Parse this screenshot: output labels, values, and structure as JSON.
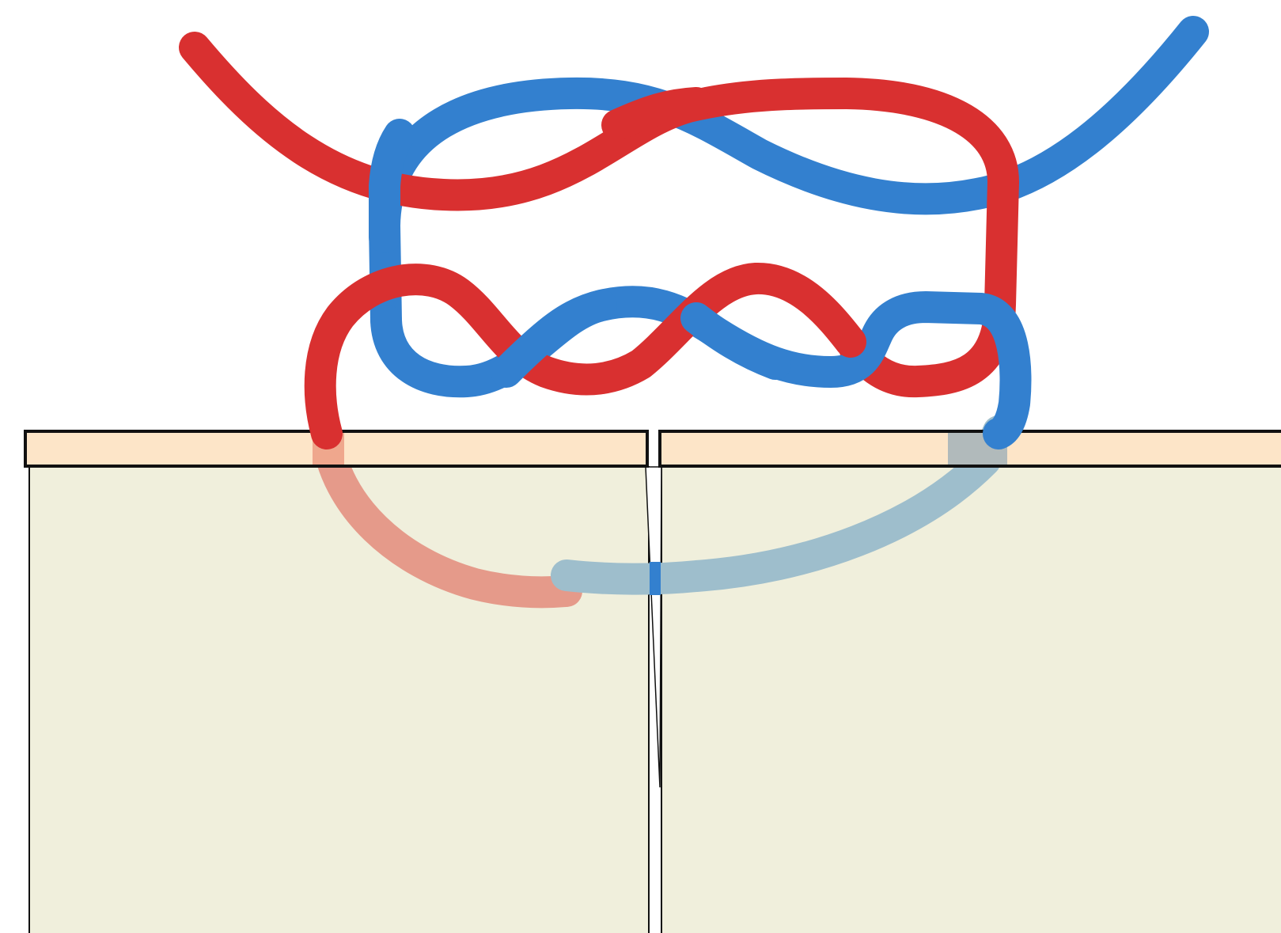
{
  "diagram": {
    "kind": "surgical-knot-over-incision",
    "colors": {
      "red_thread": "#D93030",
      "blue_thread": "#3380CF",
      "red_thread_buried": "#E59A8A",
      "blue_thread_buried": "#9EBECC",
      "skin_surface": "#FDE5C8",
      "tissue": "#F0EFDC",
      "outline": "#111111",
      "background": "#FFFFFF"
    },
    "elements": [
      "left-skin-layer",
      "right-skin-layer",
      "incision-cleft",
      "red-suture-thread",
      "blue-suture-thread"
    ]
  }
}
